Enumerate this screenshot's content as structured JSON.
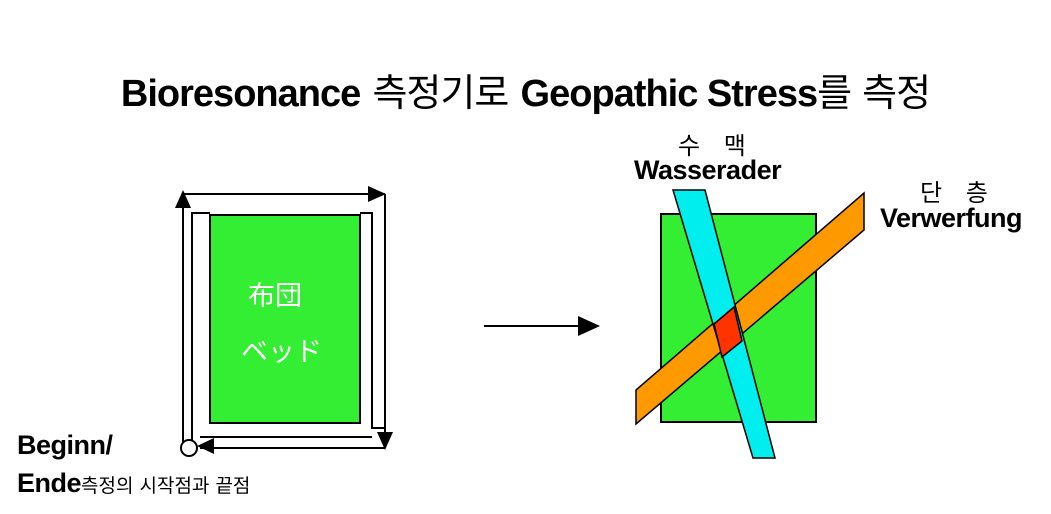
{
  "title": {
    "part1": "Bioresonance",
    "part2": "측정기로",
    "part3": "Geopathic Stress",
    "part4": "를 측정"
  },
  "left_panel": {
    "bed_label_line1": "布団",
    "bed_label_line2": "ベッド",
    "start_label_line1": "Beginn/",
    "start_label_line2": "Ende",
    "start_label_korean": "측정의 시작점과 끝점"
  },
  "right_panel": {
    "water_label_korean": "수 맥",
    "water_label": "Wasserader",
    "fault_label_korean": "단 층",
    "fault_label": "Verwerfung"
  },
  "colors": {
    "bed": "#33ee33",
    "water_vein": "#00eeee",
    "fault": "#ff9900",
    "intersection": "#ff3300"
  }
}
